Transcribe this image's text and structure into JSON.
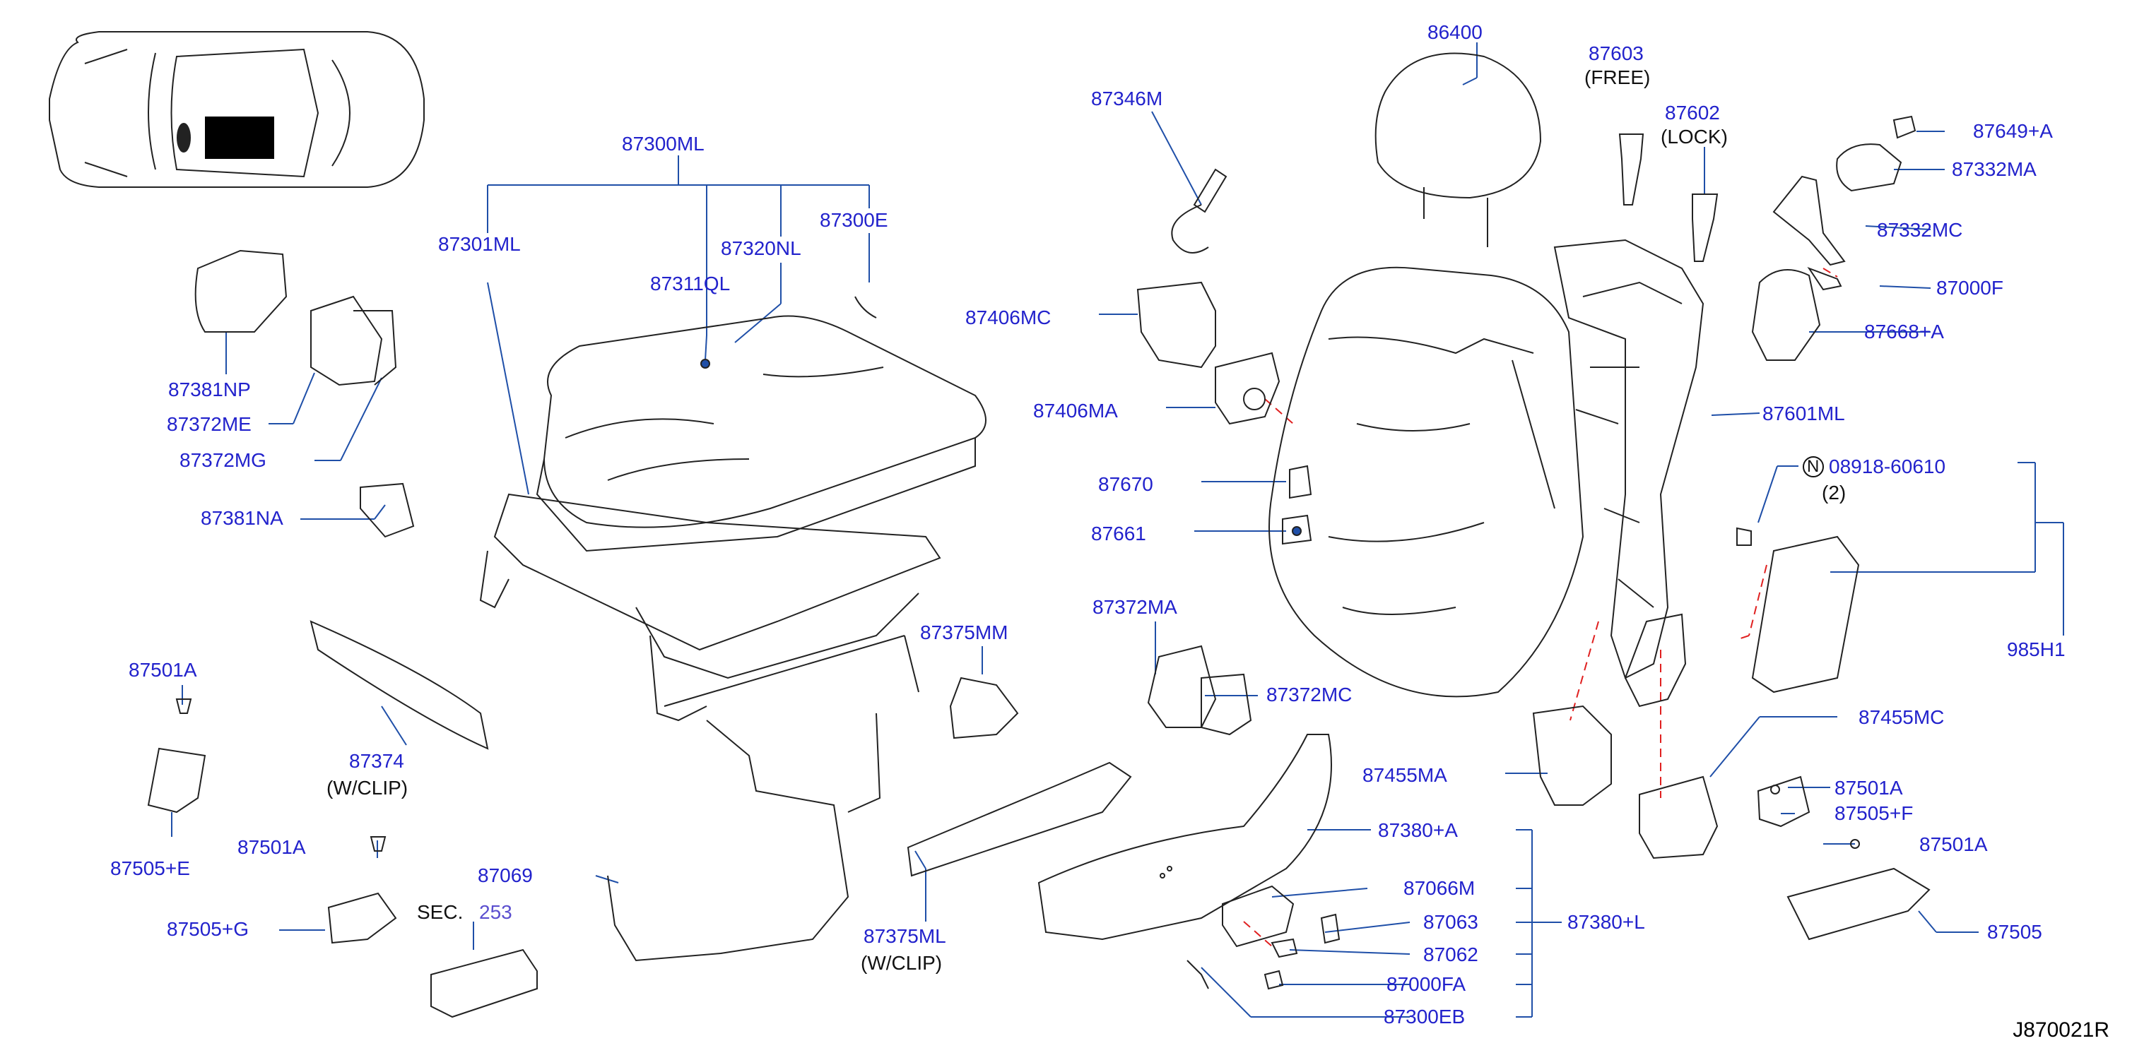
{
  "diagram_code": "J870021R",
  "labels": {
    "p87300ML": "87300ML",
    "p87301ML": "87301ML",
    "p87320NL": "87320NL",
    "p87300E": "87300E",
    "p87311QL": "87311QL",
    "p87381NP": "87381NP",
    "p87372ME": "87372ME",
    "p87372MG": "87372MG",
    "p87381NA": "87381NA",
    "p87501A_1": "87501A",
    "p87505E": "87505+E",
    "p87374": "87374",
    "w_clip_1": "(W/CLIP)",
    "p87501A_2": "87501A",
    "p87505G": "87505+G",
    "sec": "SEC.",
    "sec_num": "253",
    "p87069": "87069",
    "p87375MM": "87375MM",
    "p87375ML": "87375ML",
    "w_clip_2": "(W/CLIP)",
    "p87346M": "87346M",
    "p87406MC": "87406MC",
    "p87406MA": "87406MA",
    "p87670": "87670",
    "p87661": "87661",
    "p87372MA": "87372MA",
    "p87372MC": "87372MC",
    "p86400": "86400",
    "p87603": "87603",
    "free": "(FREE)",
    "p87602": "87602",
    "lock": "(LOCK)",
    "p87649A": "87649+A",
    "p87332MA": "87332MA",
    "p87332MC": "87332MC",
    "p87000F": "87000F",
    "p87668A": "87668+A",
    "p87601ML": "87601ML",
    "n_mark": "N",
    "p08918": "08918-60610",
    "qty2": "(2)",
    "p985H1": "985H1",
    "p87455MA": "87455MA",
    "p87455MC": "87455MC",
    "p87501A_3": "87501A",
    "p87505F": "87505+F",
    "p87501A_4": "87501A",
    "p87505": "87505",
    "p87380A": "87380+A",
    "p87066M": "87066M",
    "p87063": "87063",
    "p87062": "87062",
    "p87000FA": "87000FA",
    "p87300EB": "87300EB",
    "p87380L": "87380+L"
  },
  "colors": {
    "callout": "#2222cc",
    "leader": "#1f4fa8",
    "part_outline": "#222222",
    "dashed_ref": "#e02020",
    "black_text": "#111111"
  }
}
